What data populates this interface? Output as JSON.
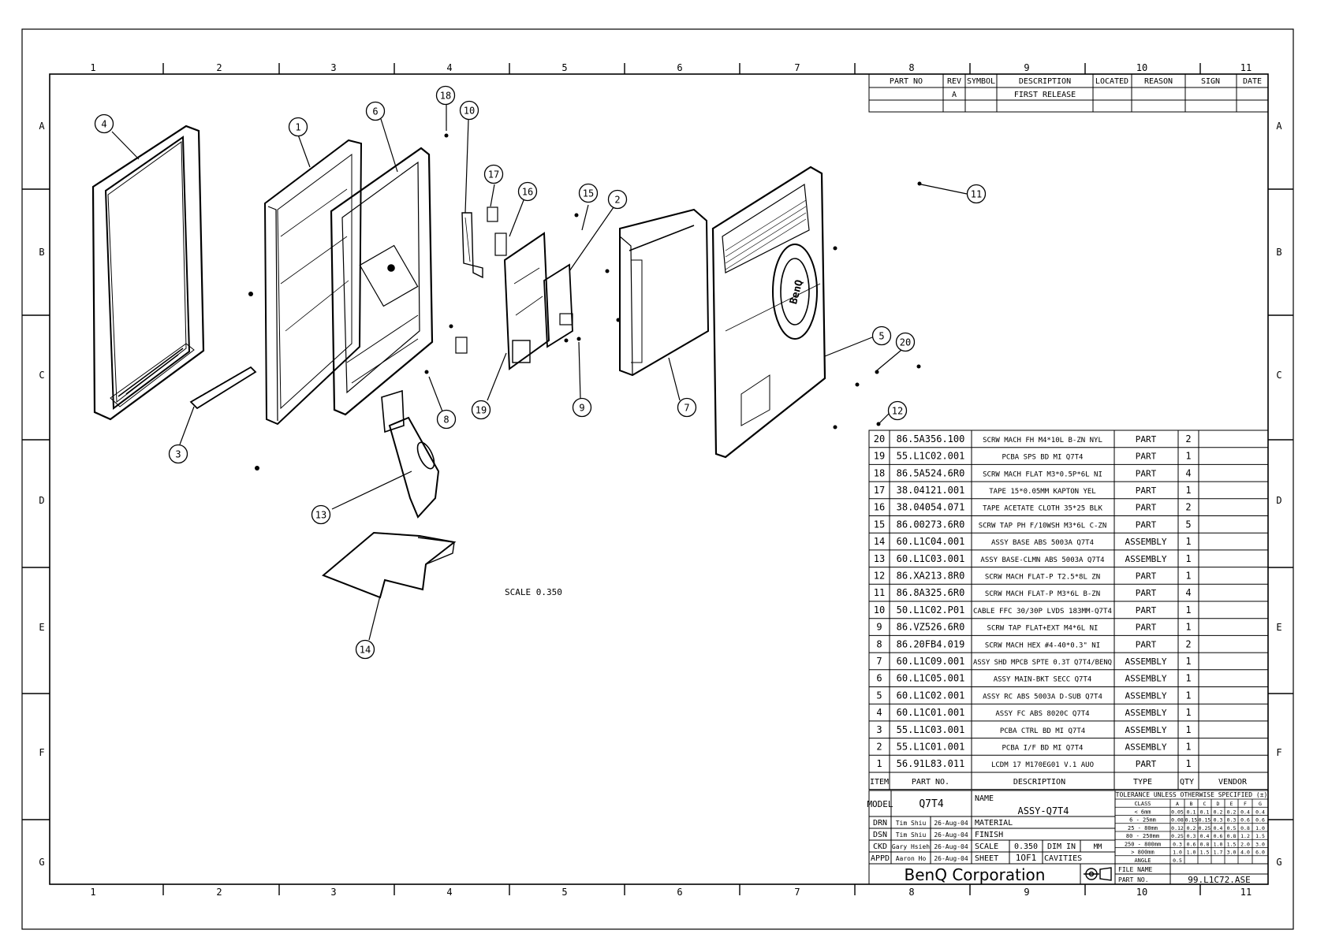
{
  "frame": {
    "columns": [
      "1",
      "2",
      "3",
      "4",
      "5",
      "6",
      "7",
      "8",
      "9",
      "10",
      "11"
    ],
    "rows": [
      "A",
      "B",
      "C",
      "D",
      "E",
      "F",
      "G"
    ]
  },
  "revision_table": {
    "headers": [
      "PART NO",
      "REV",
      "SYMBOL",
      "DESCRIPTION",
      "LOCATED",
      "REASON",
      "SIGN",
      "DATE"
    ],
    "rows": [
      {
        "part_no": "",
        "rev": "A",
        "symbol": "",
        "description": "FIRST RELEASE",
        "located": "",
        "reason": "",
        "sign": "",
        "date": ""
      }
    ]
  },
  "scale_note": "SCALE 0.350",
  "bom": {
    "headers": {
      "item": "ITEM",
      "part_no": "PART NO.",
      "description": "DESCRIPTION",
      "type": "TYPE",
      "qty": "QTY",
      "vendor": "VENDOR"
    },
    "rows": [
      {
        "item": "20",
        "part_no": "86.5A356.100",
        "description": "SCRW MACH FH M4*10L B-ZN NYL",
        "type": "PART",
        "qty": "2"
      },
      {
        "item": "19",
        "part_no": "55.L1C02.001",
        "description": "PCBA SPS BD MI Q7T4",
        "type": "PART",
        "qty": "1"
      },
      {
        "item": "18",
        "part_no": "86.5A524.6R0",
        "description": "SCRW MACH FLAT M3*0.5P*6L NI",
        "type": "PART",
        "qty": "4"
      },
      {
        "item": "17",
        "part_no": "38.04121.001",
        "description": "TAPE 15*0.05MM KAPTON YEL",
        "type": "PART",
        "qty": "1"
      },
      {
        "item": "16",
        "part_no": "38.04054.071",
        "description": "TAPE ACETATE CLOTH 35*25 BLK",
        "type": "PART",
        "qty": "2"
      },
      {
        "item": "15",
        "part_no": "86.00273.6R0",
        "description": "SCRW TAP PH F/10WSH M3*6L C-ZN",
        "type": "PART",
        "qty": "5"
      },
      {
        "item": "14",
        "part_no": "60.L1C04.001",
        "description": "ASSY BASE ABS 5003A Q7T4",
        "type": "ASSEMBLY",
        "qty": "1"
      },
      {
        "item": "13",
        "part_no": "60.L1C03.001",
        "description": "ASSY BASE-CLMN ABS 5003A Q7T4",
        "type": "ASSEMBLY",
        "qty": "1"
      },
      {
        "item": "12",
        "part_no": "86.XA213.8R0",
        "description": "SCRW MACH FLAT-P T2.5*8L ZN",
        "type": "PART",
        "qty": "1"
      },
      {
        "item": "11",
        "part_no": "86.8A325.6R0",
        "description": "SCRW MACH FLAT-P M3*6L B-ZN",
        "type": "PART",
        "qty": "4"
      },
      {
        "item": "10",
        "part_no": "50.L1C02.P01",
        "description": "CABLE FFC 30/30P LVDS 183MM-Q7T4",
        "type": "PART",
        "qty": "1"
      },
      {
        "item": "9",
        "part_no": "86.VZ526.6R0",
        "description": "SCRW TAP FLAT+EXT M4*6L NI",
        "type": "PART",
        "qty": "1"
      },
      {
        "item": "8",
        "part_no": "86.20FB4.019",
        "description": "SCRW MACH HEX #4-40*0.3\" NI",
        "type": "PART",
        "qty": "2"
      },
      {
        "item": "7",
        "part_no": "60.L1C09.001",
        "description": "ASSY SHD MPCB SPTE 0.3T Q7T4/BENQ",
        "type": "ASSEMBLY",
        "qty": "1"
      },
      {
        "item": "6",
        "part_no": "60.L1C05.001",
        "description": "ASSY MAIN-BKT SECC Q7T4",
        "type": "ASSEMBLY",
        "qty": "1"
      },
      {
        "item": "5",
        "part_no": "60.L1C02.001",
        "description": "ASSY RC ABS 5003A D-SUB Q7T4",
        "type": "ASSEMBLY",
        "qty": "1"
      },
      {
        "item": "4",
        "part_no": "60.L1C01.001",
        "description": "ASSY FC ABS 8020C Q7T4",
        "type": "ASSEMBLY",
        "qty": "1"
      },
      {
        "item": "3",
        "part_no": "55.L1C03.001",
        "description": "PCBA CTRL BD MI Q7T4",
        "type": "ASSEMBLY",
        "qty": "1"
      },
      {
        "item": "2",
        "part_no": "55.L1C01.001",
        "description": "PCBA I/F BD MI Q7T4",
        "type": "ASSEMBLY",
        "qty": "1"
      },
      {
        "item": "1",
        "part_no": "56.91L83.011",
        "description": "LCDM 17 M170EG01 V.1 AUO",
        "type": "PART",
        "qty": "1"
      }
    ]
  },
  "title_block": {
    "model_label": "MODEL",
    "model": "Q7T4",
    "name_label": "NAME",
    "name": "ASSY-Q7T4",
    "drn_label": "DRN",
    "drn_name": "Tim Shiu",
    "drn_date": "26-Aug-04",
    "dsn_label": "DSN",
    "dsn_name": "Tim Shiu",
    "dsn_date": "26-Aug-04",
    "ckd_label": "CKD",
    "ckd_name": "Gary Hsieh",
    "ckd_date": "26-Aug-04",
    "appd_label": "APPD",
    "appd_name": "Aaron Ho",
    "appd_date": "26-Aug-04",
    "material_label": "MATERIAL",
    "finish_label": "FINISH",
    "scale_label": "SCALE",
    "scale_value": "0.350",
    "dim_label": "DIM IN",
    "dim_unit": "MM",
    "sheet_label": "SHEET",
    "sheet_value": "1OF1",
    "cavities_label": "CAVITIES",
    "company": "BenQ Corporation",
    "file_name_label": "FILE NAME",
    "part_no_label": "PART NO.",
    "part_no": "99.L1C72.ASE"
  },
  "tolerance": {
    "title": "TOLERANCE UNLESS OTHERWISE SPECIFIED (±)",
    "headers": [
      "CLASS",
      "A",
      "B",
      "C",
      "D",
      "E",
      "F",
      "G"
    ],
    "rows": [
      [
        "< 6mm",
        "0.05",
        "0.1",
        "0.1",
        "0.2",
        "0.2",
        "0.4",
        "0.4"
      ],
      [
        "6 - 25mm",
        "0.08",
        "0.15",
        "0.15",
        "0.3",
        "0.3",
        "0.6",
        "0.6"
      ],
      [
        "25 - 80mm",
        "0.12",
        "0.2",
        "0.25",
        "0.4",
        "0.5",
        "0.8",
        "1.0"
      ],
      [
        "80 - 250mm",
        "0.25",
        "0.3",
        "0.4",
        "0.6",
        "0.8",
        "1.2",
        "1.5"
      ],
      [
        "250 - 800mm",
        "0.3",
        "0.6",
        "0.8",
        "1.0",
        "1.5",
        "2.0",
        "3.0"
      ],
      [
        "> 800mm",
        "1.0",
        "1.0",
        "1.5",
        "1.7",
        "3.0",
        "4.0",
        "6.0"
      ],
      [
        "ANGLE",
        "0.5",
        "",
        "",
        "",
        "",
        "",
        ""
      ]
    ]
  },
  "balloons": [
    "1",
    "2",
    "3",
    "4",
    "5",
    "6",
    "7",
    "8",
    "9",
    "10",
    "11",
    "12",
    "13",
    "14",
    "15",
    "16",
    "17",
    "18",
    "19",
    "20"
  ],
  "bezel_logo": "BenQ"
}
